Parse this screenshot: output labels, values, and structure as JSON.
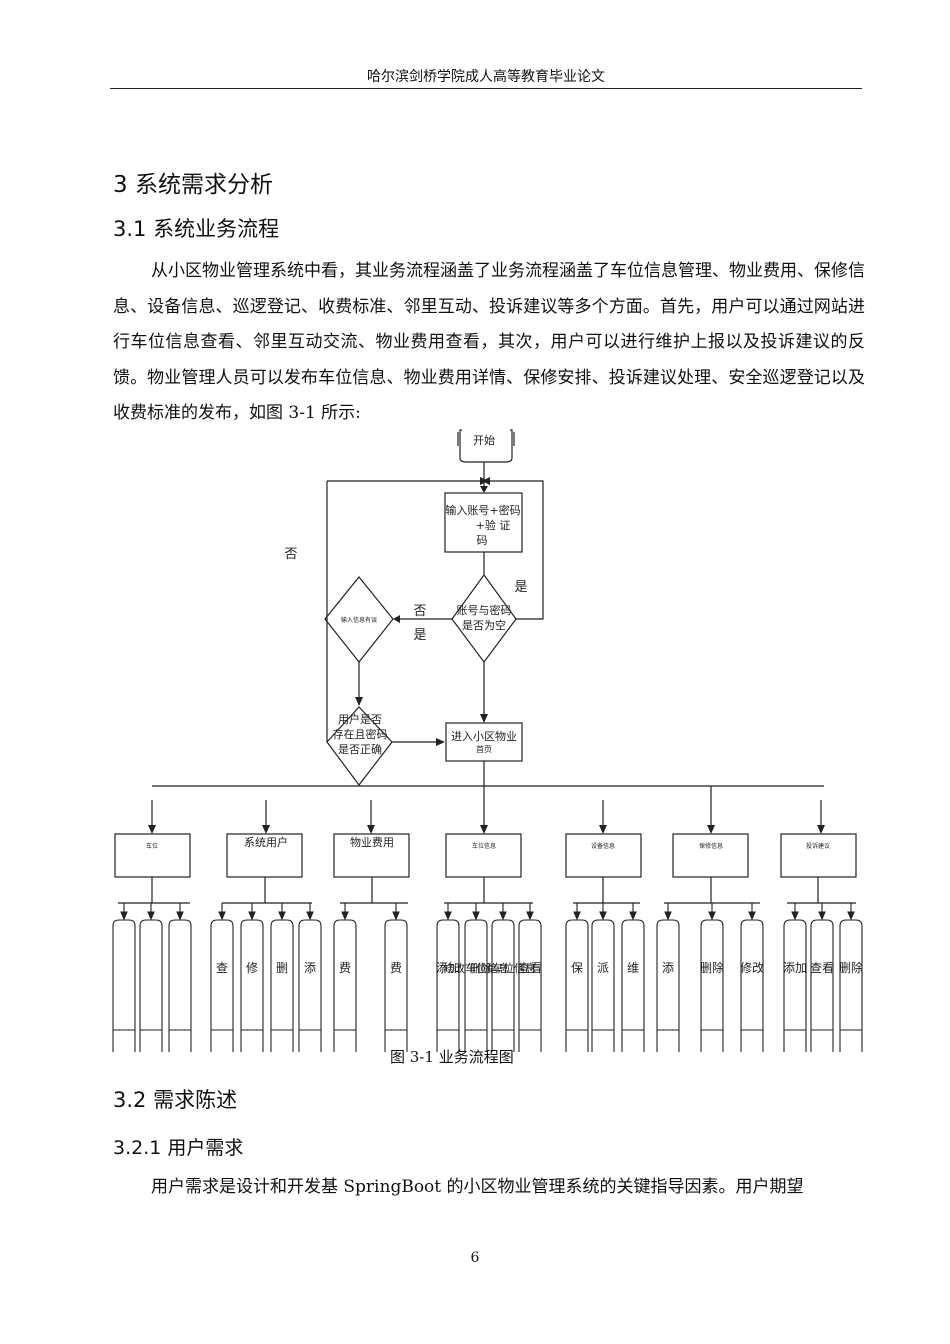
{
  "header": {
    "title": "哈尔滨剑桥学院成人高等教育毕业论文"
  },
  "section": {
    "title": "3 系统需求分析"
  },
  "subsection1": {
    "title": "3.1 系统业务流程"
  },
  "paragraph1": "从小区物业管理系统中看，其业务流程涵盖了业务流程涵盖了车位信息管理、物业费用、保修信息、设备信息、巡逻登记、收费标准、邻里互动、投诉建议等多个方面。首先，用户可以通过网站进行车位信息查看、邻里互动交流、物业费用查看，其次，用户可以进行维护上报以及投诉建议的反馈。物业管理人员可以发布车位信息、物业费用详情、保修安排、投诉建议处理、安全巡逻登记以及收费标准的发布，如图 3-1 所示:",
  "figure": {
    "caption": "图  3-1    业务流程图",
    "start": "开始",
    "input_box": [
      "输入账号+密码",
      "+验  证",
      "码"
    ],
    "check_empty": [
      "账号与密码",
      "是否为空"
    ],
    "check_user": [
      "用户是否",
      "存在且密码",
      "是否正确"
    ],
    "enter_box": [
      "进入小区物业",
      "首页"
    ],
    "left_diamond": "输入信息有误",
    "yes": "是",
    "no": "否",
    "modules": [
      "车位",
      "系统用户",
      "物业费用",
      "车位信息",
      "设备信息",
      "保修信息",
      "投诉建议"
    ],
    "leaves": [
      "查",
      "修",
      "删",
      "添",
      "费",
      "费",
      "添加",
      "修改车位信息",
      "删除车位信息",
      "查看",
      "保",
      "派",
      "维",
      "添",
      "删除",
      "修改",
      "添加",
      "查看",
      "删除"
    ]
  },
  "subsection2": {
    "title": "3.2 需求陈述"
  },
  "subsubsection": {
    "title": "3.2.1 用户需求"
  },
  "paragraph2": "用户需求是设计和开发基 SpringBoot 的小区物业管理系统的关键指导因素。用户期望",
  "page_number": "6"
}
